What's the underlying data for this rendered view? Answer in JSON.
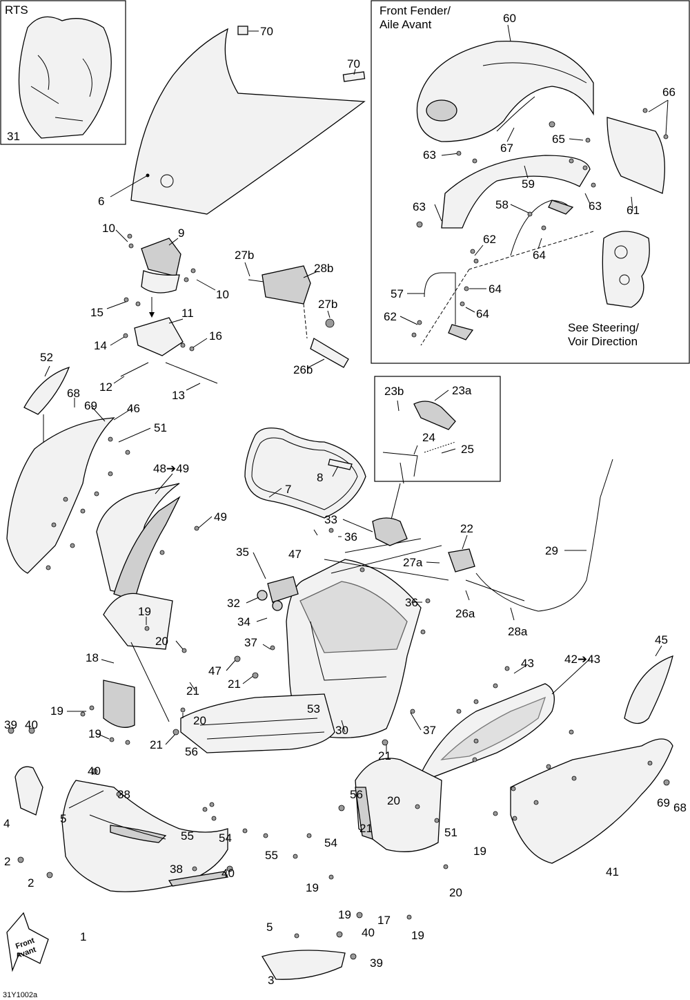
{
  "boxes": {
    "rts": {
      "title": "RTS",
      "part": "31"
    },
    "front_fender": {
      "title_line1": "Front Fender/",
      "title_line2": "Aile Avant"
    },
    "steering": {
      "line1": "See Steering/",
      "line2": "Voir Direction"
    },
    "optional_kit": {}
  },
  "front_arrow": {
    "line1": "Front",
    "line2": "Avant"
  },
  "diagram_id": "31Y1002a",
  "callouts": [
    {
      "text": "70"
    },
    {
      "text": "70"
    },
    {
      "text": "6"
    },
    {
      "text": "10"
    },
    {
      "text": "9"
    },
    {
      "text": "10"
    },
    {
      "text": "15"
    },
    {
      "text": "11"
    },
    {
      "text": "14"
    },
    {
      "text": "16"
    },
    {
      "text": "12"
    },
    {
      "text": "13"
    },
    {
      "text": "27b"
    },
    {
      "text": "28b"
    },
    {
      "text": "27b"
    },
    {
      "text": "26b"
    },
    {
      "text": "60"
    },
    {
      "text": "66"
    },
    {
      "text": "63"
    },
    {
      "text": "67"
    },
    {
      "text": "65"
    },
    {
      "text": "59"
    },
    {
      "text": "63"
    },
    {
      "text": "63"
    },
    {
      "text": "61"
    },
    {
      "text": "58"
    },
    {
      "text": "62"
    },
    {
      "text": "64"
    },
    {
      "text": "57"
    },
    {
      "text": "64"
    },
    {
      "text": "64"
    },
    {
      "text": "62"
    },
    {
      "text": "52"
    },
    {
      "text": "68"
    },
    {
      "text": "69"
    },
    {
      "text": "46"
    },
    {
      "text": "51"
    },
    {
      "text": "48➔49"
    },
    {
      "text": "49"
    },
    {
      "text": "7"
    },
    {
      "text": "8"
    },
    {
      "text": "23b"
    },
    {
      "text": "23a"
    },
    {
      "text": "24"
    },
    {
      "text": "25"
    },
    {
      "text": "29"
    },
    {
      "text": "33"
    },
    {
      "text": "22"
    },
    {
      "text": "35"
    },
    {
      "text": "47"
    },
    {
      "text": "36"
    },
    {
      "text": "27a"
    },
    {
      "text": "26a"
    },
    {
      "text": "36"
    },
    {
      "text": "28a"
    },
    {
      "text": "32"
    },
    {
      "text": "34"
    },
    {
      "text": "37"
    },
    {
      "text": "47"
    },
    {
      "text": "21"
    },
    {
      "text": "19"
    },
    {
      "text": "20"
    },
    {
      "text": "18"
    },
    {
      "text": "21"
    },
    {
      "text": "19"
    },
    {
      "text": "20"
    },
    {
      "text": "19"
    },
    {
      "text": "21"
    },
    {
      "text": "45"
    },
    {
      "text": "42➔43"
    },
    {
      "text": "43"
    },
    {
      "text": "37"
    },
    {
      "text": "21"
    },
    {
      "text": "30"
    },
    {
      "text": "39"
    },
    {
      "text": "40"
    },
    {
      "text": "40"
    },
    {
      "text": "38"
    },
    {
      "text": "4"
    },
    {
      "text": "5"
    },
    {
      "text": "56"
    },
    {
      "text": "53"
    },
    {
      "text": "56"
    },
    {
      "text": "20"
    },
    {
      "text": "2"
    },
    {
      "text": "2"
    },
    {
      "text": "55"
    },
    {
      "text": "54"
    },
    {
      "text": "54"
    },
    {
      "text": "55"
    },
    {
      "text": "21"
    },
    {
      "text": "51"
    },
    {
      "text": "69"
    },
    {
      "text": "68"
    },
    {
      "text": "19"
    },
    {
      "text": "41"
    },
    {
      "text": "38"
    },
    {
      "text": "40"
    },
    {
      "text": "19"
    },
    {
      "text": "20"
    },
    {
      "text": "19"
    },
    {
      "text": "17"
    },
    {
      "text": "19"
    },
    {
      "text": "1"
    },
    {
      "text": "5"
    },
    {
      "text": "40"
    },
    {
      "text": "3"
    },
    {
      "text": "39"
    }
  ]
}
